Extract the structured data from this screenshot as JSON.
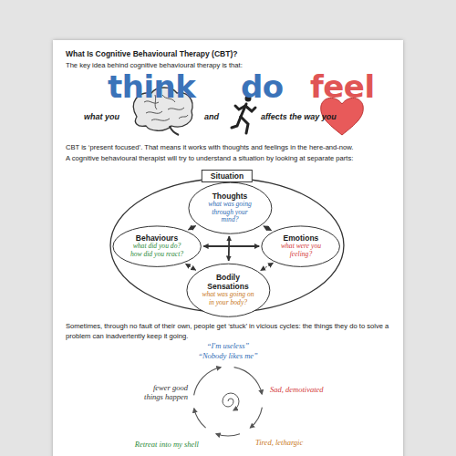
{
  "diagram": {
    "title": "What Is Cognitive Behavioural Therapy (CBT)?",
    "nodes": [
      {
        "text": [
          "Situation"
        ]
      },
      {
        "text": [
          "Thoughts",
          "what was going through your mind?"
        ],
        "in": 0
      },
      {
        "text": [
          "Behaviours",
          "what did you do? how did you react?"
        ],
        "in": 0
      },
      {
        "text": [
          "Emotions",
          "what were you feeling?"
        ],
        "in": 0
      },
      {
        "text": [
          "Bodily Sensations",
          "what was going on in your body?"
        ],
        "in": 0
      }
    ],
    "edges": [
      {
        "from": 1,
        "to": 2,
        "arrow": "both"
      },
      {
        "from": 1,
        "to": 3,
        "arrow": "both"
      },
      {
        "from": 2,
        "to": 4,
        "arrow": "both"
      },
      {
        "from": 3,
        "to": 4,
        "arrow": "both"
      },
      {
        "from": 2,
        "to": 3,
        "arrow": "both"
      },
      {
        "from": 1,
        "to": 4,
        "arrow": "both"
      }
    ],
    "labels": [
      "The key idea behind cognitive behavioural therapy is that:",
      "think",
      "what you",
      "and",
      "do",
      "affects the way you",
      "feel",
      "CBT is ‘present focused’. That means it works with thoughts and feelings in the here-and-now.",
      "A cognitive behavioural therapist will try to understand a situation by looking at separate parts:",
      "Sometimes, through no fault of their own, people get ‘stuck’ in vicious cycles: the things they do to solve a problem can inadvertently keep it going.",
      "“I'm useless”",
      "“Nobody likes me”",
      "Sad, demotivated",
      "Tired, lethargic",
      "Retreat into my shell",
      "fewer good things happen"
    ]
  }
}
